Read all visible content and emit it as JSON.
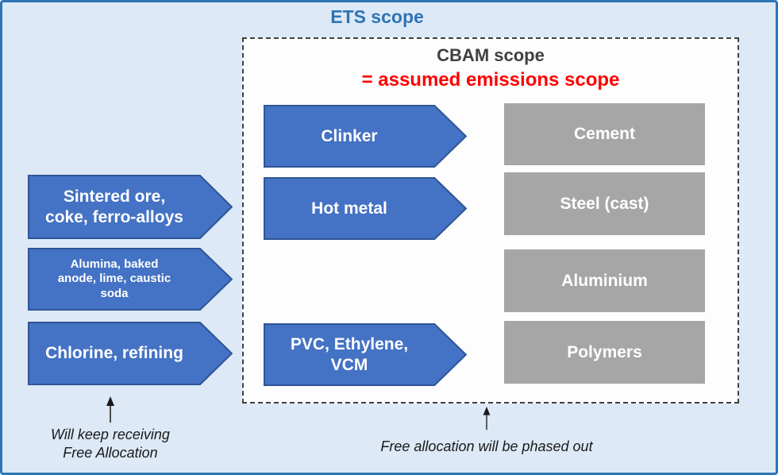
{
  "colors": {
    "outer_background": "#dde9f6",
    "outer_border": "#2e75b6",
    "ets_title_blue": "#2e74b5",
    "cbam_title_gray": "#404040",
    "cbam_subtitle_red": "#ff0000",
    "arrow_blue": "#4472c4",
    "arrow_border_blue": "#2f5597",
    "product_box_gray": "#a6a6a6",
    "shape_text": "#ffffff",
    "dashed_border": "#404040",
    "inner_background": "#fdfdfd"
  },
  "header": {
    "ets_title": "ETS scope"
  },
  "cbam": {
    "title": "CBAM scope",
    "subtitle": "= assumed emissions scope"
  },
  "rows": [
    {
      "process_lines": [
        "Clinker"
      ],
      "product": "Cement"
    },
    {
      "process_lines": [
        "Hot metal"
      ],
      "product": "Steel (cast)"
    },
    {
      "process_lines": [],
      "product": "Aluminium"
    },
    {
      "process_lines": [
        "PVC, Ethylene,",
        "VCM"
      ],
      "product": "Polymers"
    }
  ],
  "ets_inputs": [
    {
      "lines": [
        "Sintered ore,",
        "coke, ferro-alloys"
      ]
    },
    {
      "lines": [
        "Alumina, baked",
        "anode, lime, caustic",
        "soda"
      ]
    },
    {
      "lines": [
        "Chlorine, refining"
      ]
    }
  ],
  "annotations": {
    "keep_line1": "Will keep receiving",
    "keep_line2": "Free Allocation",
    "phase_out": "Free allocation will be phased out"
  }
}
